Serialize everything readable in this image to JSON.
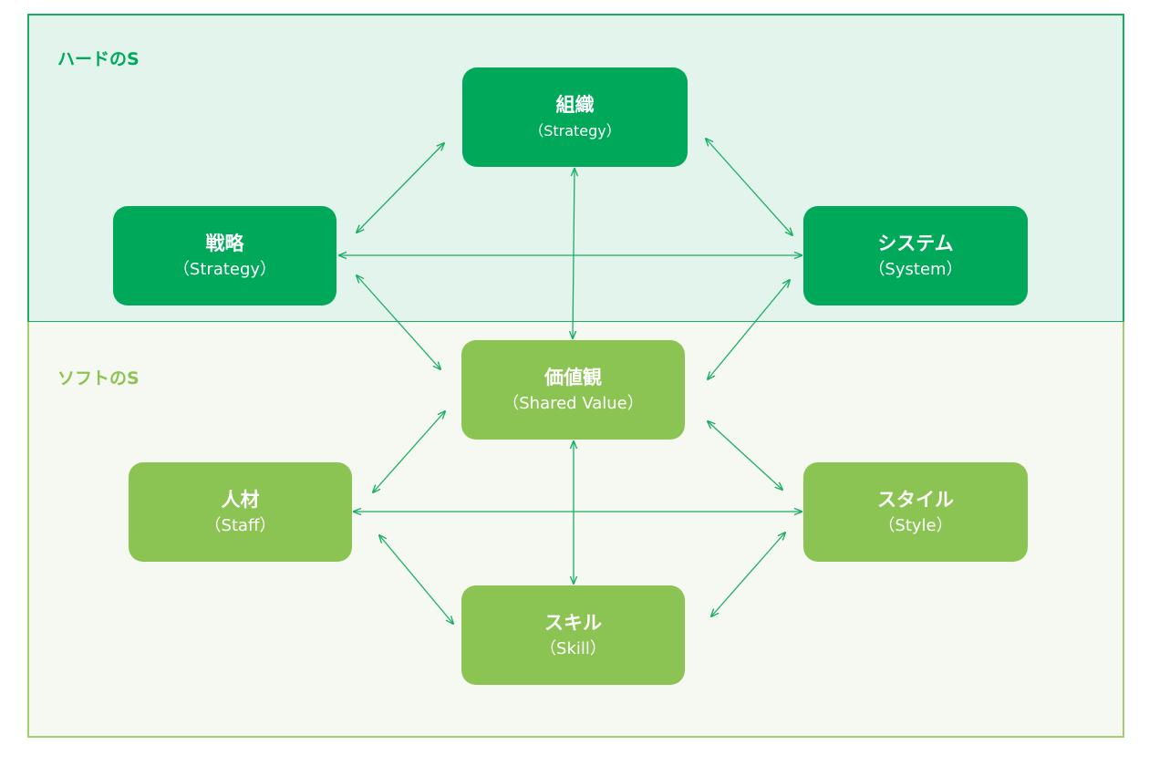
{
  "zones": {
    "hard": {
      "label": "ハードのS"
    },
    "soft": {
      "label": "ソフトのS"
    }
  },
  "nodes": {
    "structure": {
      "title": "組織",
      "subtitle": "（Strategy）"
    },
    "strategy": {
      "title": "戦略",
      "subtitle": "（Strategy）"
    },
    "system": {
      "title": "システム",
      "subtitle": "（System）"
    },
    "shared_value": {
      "title": "価値観",
      "subtitle": "（Shared Value）"
    },
    "staff": {
      "title": "人材",
      "subtitle": "（Staff）"
    },
    "style": {
      "title": "スタイル",
      "subtitle": "（Style）"
    },
    "skill": {
      "title": "スキル",
      "subtitle": "（Skill）"
    }
  },
  "connections": [
    [
      "structure",
      "strategy"
    ],
    [
      "structure",
      "system"
    ],
    [
      "strategy",
      "system"
    ],
    [
      "structure",
      "shared_value"
    ],
    [
      "strategy",
      "shared_value"
    ],
    [
      "system",
      "shared_value"
    ],
    [
      "shared_value",
      "staff"
    ],
    [
      "shared_value",
      "style"
    ],
    [
      "staff",
      "style"
    ],
    [
      "shared_value",
      "skill"
    ],
    [
      "staff",
      "skill"
    ],
    [
      "style",
      "skill"
    ]
  ],
  "colors": {
    "hard": "#00a85a",
    "soft": "#8cc454",
    "arrow": "#1aae64"
  }
}
